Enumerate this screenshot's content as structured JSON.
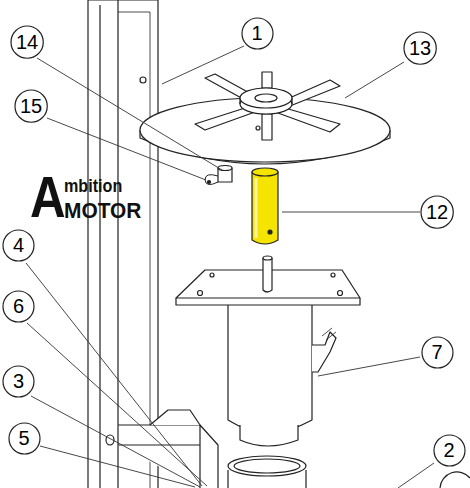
{
  "diagram": {
    "nodes": [
      {
        "text": [
          "14"
        ]
      },
      {
        "text": [
          "1"
        ]
      },
      {
        "text": [
          "13"
        ]
      },
      {
        "text": [
          "15"
        ]
      },
      {
        "text": [
          "12"
        ]
      },
      {
        "text": [
          "4"
        ]
      },
      {
        "text": [
          "6"
        ]
      },
      {
        "text": [
          "7"
        ]
      },
      {
        "text": [
          "3"
        ]
      },
      {
        "text": [
          "5"
        ]
      },
      {
        "text": [
          "2"
        ]
      }
    ],
    "labels": [
      "A",
      "mbition",
      "MOTOR"
    ]
  }
}
